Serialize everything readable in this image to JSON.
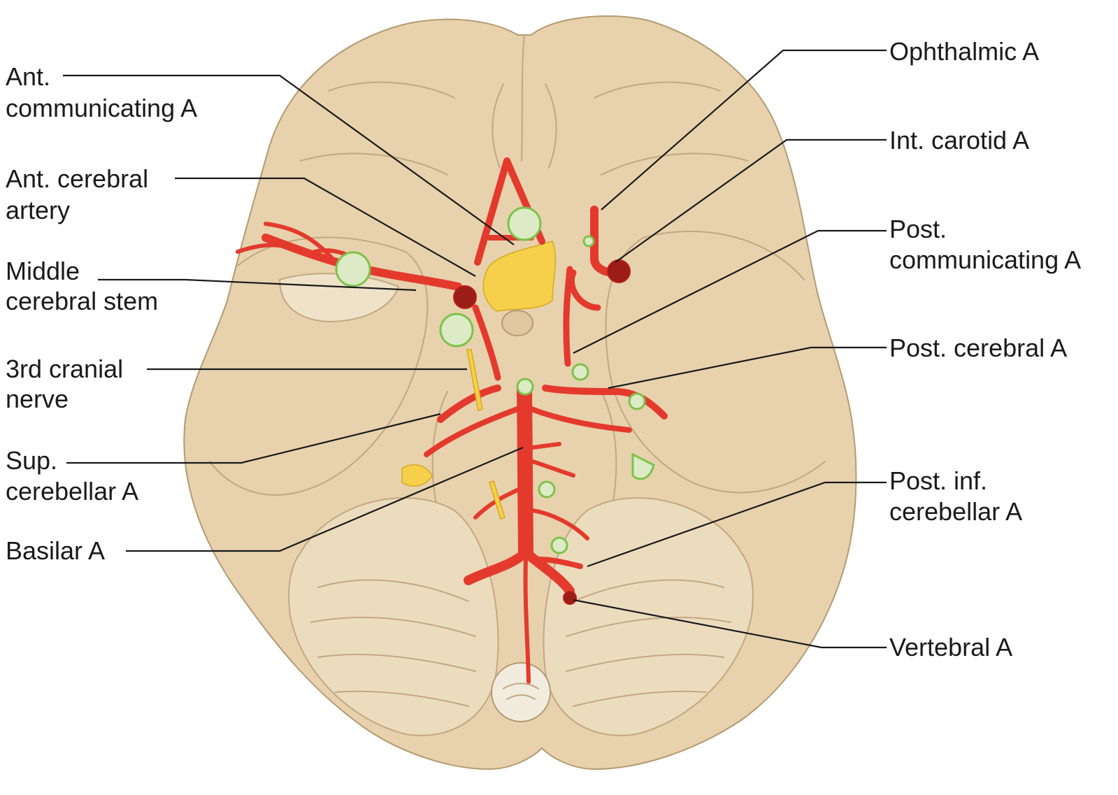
{
  "diagram": {
    "labels": {
      "ant_communicating": [
        "Ant.",
        "communicating A"
      ],
      "ant_cerebral": [
        "Ant. cerebral",
        "artery"
      ],
      "middle_cerebral": [
        "Middle",
        "cerebral stem"
      ],
      "third_cranial": [
        "3rd cranial",
        "nerve"
      ],
      "sup_cerebellar": [
        "Sup.",
        "cerebellar A"
      ],
      "basilar": [
        "Basilar A"
      ],
      "ophthalmic": [
        "Ophthalmic A"
      ],
      "int_carotid": [
        "Int. carotid A"
      ],
      "post_communicating": [
        "Post.",
        "communicating A"
      ],
      "post_cerebral": [
        "Post. cerebral A"
      ],
      "post_inf_cerebellar": [
        "Post. inf.",
        "cerebellar A"
      ],
      "vertebral": [
        "Vertebral A"
      ]
    },
    "colors": {
      "brain": "#e7d2ad",
      "artery": "#e43a2d",
      "aneurysm_fill": "#dcebc6",
      "aneurysm_outline": "#7dc24a",
      "nerve_and_chiasm": "#f6d04a"
    }
  }
}
